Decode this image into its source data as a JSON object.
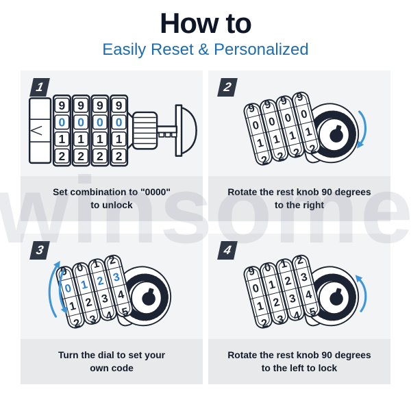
{
  "header": {
    "title": "How to",
    "subtitle": "Easily Reset & Personalized"
  },
  "watermark": "winsome",
  "colors": {
    "line": "#1c2433",
    "digit_highlight_blue": "#2f7dc3",
    "arrow_blue": "#3e96d9",
    "title_navy": "#0e1627",
    "subtitle_blue": "#1e6cae",
    "badge_bg": "#2f3844",
    "panel_bg": "#f3f4f5",
    "caption_bg": "#e8e9eb"
  },
  "steps": [
    {
      "number": "1",
      "view": "flat",
      "arrow": "none",
      "caption_lines": [
        "Set combination to \"0000\"",
        "to unlock"
      ],
      "dials": {
        "rows": [
          [
            "9",
            "9",
            "9",
            "9"
          ],
          [
            "0",
            "0",
            "0",
            "0"
          ],
          [
            "1",
            "1",
            "1",
            "1"
          ],
          [
            "2",
            "2",
            "2",
            "2"
          ]
        ],
        "highlight_row": 1
      }
    },
    {
      "number": "2",
      "view": "perspective",
      "arrow": "right-down",
      "caption_lines": [
        "Rotate the rest knob 90 degrees",
        "to the right"
      ],
      "dials": {
        "rows": [
          [
            "9",
            "9",
            "9",
            "9"
          ],
          [
            "0",
            "0",
            "0",
            "0"
          ],
          [
            "1",
            "1",
            "1",
            "1"
          ],
          [
            "2",
            "2",
            "2",
            "2"
          ]
        ],
        "highlight_row": -1
      }
    },
    {
      "number": "3",
      "view": "perspective",
      "arrow": "left-both",
      "caption_lines": [
        "Turn the dial to set your",
        "own code"
      ],
      "dials": {
        "rows": [
          [
            "9",
            "0",
            "1",
            "2"
          ],
          [
            "0",
            "1",
            "2",
            "3"
          ],
          [
            "1",
            "2",
            "3",
            "4"
          ],
          [
            "2",
            "3",
            "4",
            "5"
          ]
        ],
        "highlight_row": 1
      }
    },
    {
      "number": "4",
      "view": "perspective",
      "arrow": "right-up",
      "caption_lines": [
        "Rotate the rest knob 90 degrees",
        "to the left to lock"
      ],
      "dials": {
        "rows": [
          [
            "9",
            "0",
            "1",
            "2"
          ],
          [
            "0",
            "1",
            "2",
            "3"
          ],
          [
            "1",
            "2",
            "3",
            "4"
          ],
          [
            "2",
            "3",
            "4",
            "5"
          ]
        ],
        "highlight_row": -1
      }
    }
  ]
}
